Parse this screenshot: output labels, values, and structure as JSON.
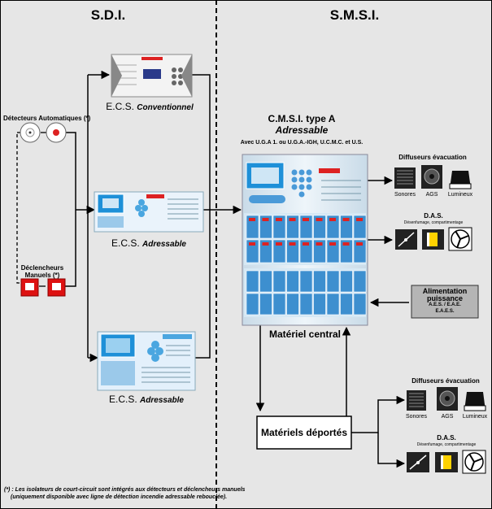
{
  "sections": {
    "left_title": "S.D.I.",
    "right_title": "S.M.S.I."
  },
  "sdi": {
    "detectors_label": "Détecteurs Automatiques (*)",
    "manual_label_line1": "Déclencheurs",
    "manual_label_line2": "Manuels (*)",
    "ecs_conv_prefix": "E.C.S.",
    "ecs_conv_suffix": "Conventionnel",
    "ecs_addr1_prefix": "E.C.S.",
    "ecs_addr1_suffix": "Adressable",
    "ecs_addr2_prefix": "E.C.S.",
    "ecs_addr2_suffix": "Adressable",
    "footnote_line1": "(*) : Les isolateurs de court-circuit sont intégrés aux détecteurs et déclencheurs manuels",
    "footnote_line2": "(uniquement disponible avec ligne de détection incendie adressable rebouclée)."
  },
  "smsi": {
    "cmsi_title_line1": "C.M.S.I. type A",
    "cmsi_title_line2": "Adressable",
    "cmsi_subtitle": "Avec U.G.A 1. ou U.G.A.-IGH, U.C.M.C. et U.S.",
    "central_label": "Matériel central",
    "remote_label": "Matériels déportés",
    "power_line1": "Alimentation",
    "power_line2": "puissance",
    "power_line3": "A.E.S. / E.A.E.",
    "power_line4": "E.A.E.S.",
    "diffusers_title": "Diffuseurs évacuation",
    "diff_items": [
      "Sonores",
      "AGS",
      "Lumineux"
    ],
    "das_title": "D.A.S.",
    "das_subtitle": "Désenfumage, compartimentage",
    "diffusers_title_2": "Diffuseurs évacuation",
    "diff_items_2": [
      "Sonores",
      "AGS",
      "Lumineux"
    ],
    "das_title_2": "D.A.S.",
    "das_subtitle_2": "Désenfumage, compartimentage"
  },
  "colors": {
    "background": "#e6e6e6",
    "panel_blue": "#1e90d8",
    "panel_light": "#cfe6f5",
    "power_box": "#b5b5b5",
    "led_red": "#d22"
  }
}
